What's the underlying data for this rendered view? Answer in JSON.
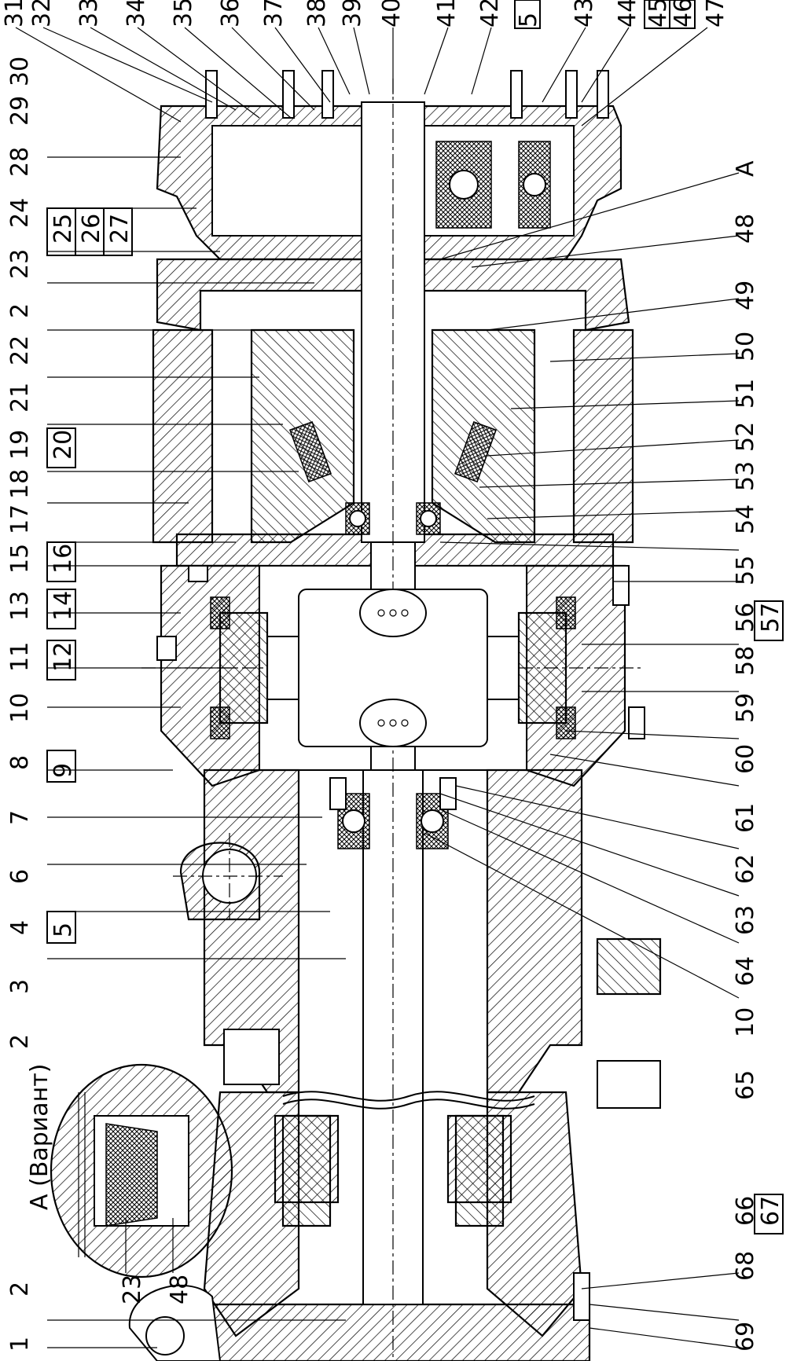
{
  "callouts_top": [
    "31",
    "32",
    "33",
    "34",
    "35",
    "36",
    "37",
    "38",
    "39",
    "40",
    "41",
    "42",
    "5",
    "43",
    "44",
    "45",
    "46",
    "47"
  ],
  "callouts_left": [
    "30",
    "29",
    "28",
    "24",
    "25",
    "26",
    "27",
    "23",
    "2",
    "22",
    "21",
    "19",
    "20",
    "18",
    "17",
    "15",
    "16",
    "13",
    "14",
    "11",
    "12",
    "10",
    "8",
    "9",
    "7",
    "6",
    "4",
    "5",
    "3",
    "2",
    "2",
    "1"
  ],
  "callouts_right": [
    "A",
    "48",
    "49",
    "50",
    "51",
    "52",
    "53",
    "54",
    "55",
    "56",
    "57",
    "58",
    "59",
    "60",
    "61",
    "62",
    "63",
    "64",
    "10",
    "65",
    "66",
    "67",
    "68",
    "69"
  ],
  "boxed_numbers": [
    "5",
    "45",
    "46",
    "27",
    "20",
    "16",
    "14",
    "12",
    "9",
    "5",
    "57",
    "67"
  ],
  "detail": {
    "title": "A (Вариант)",
    "labels": [
      "23",
      "48"
    ]
  },
  "colors": {
    "ink": "#000000",
    "paper": "#ffffff"
  }
}
